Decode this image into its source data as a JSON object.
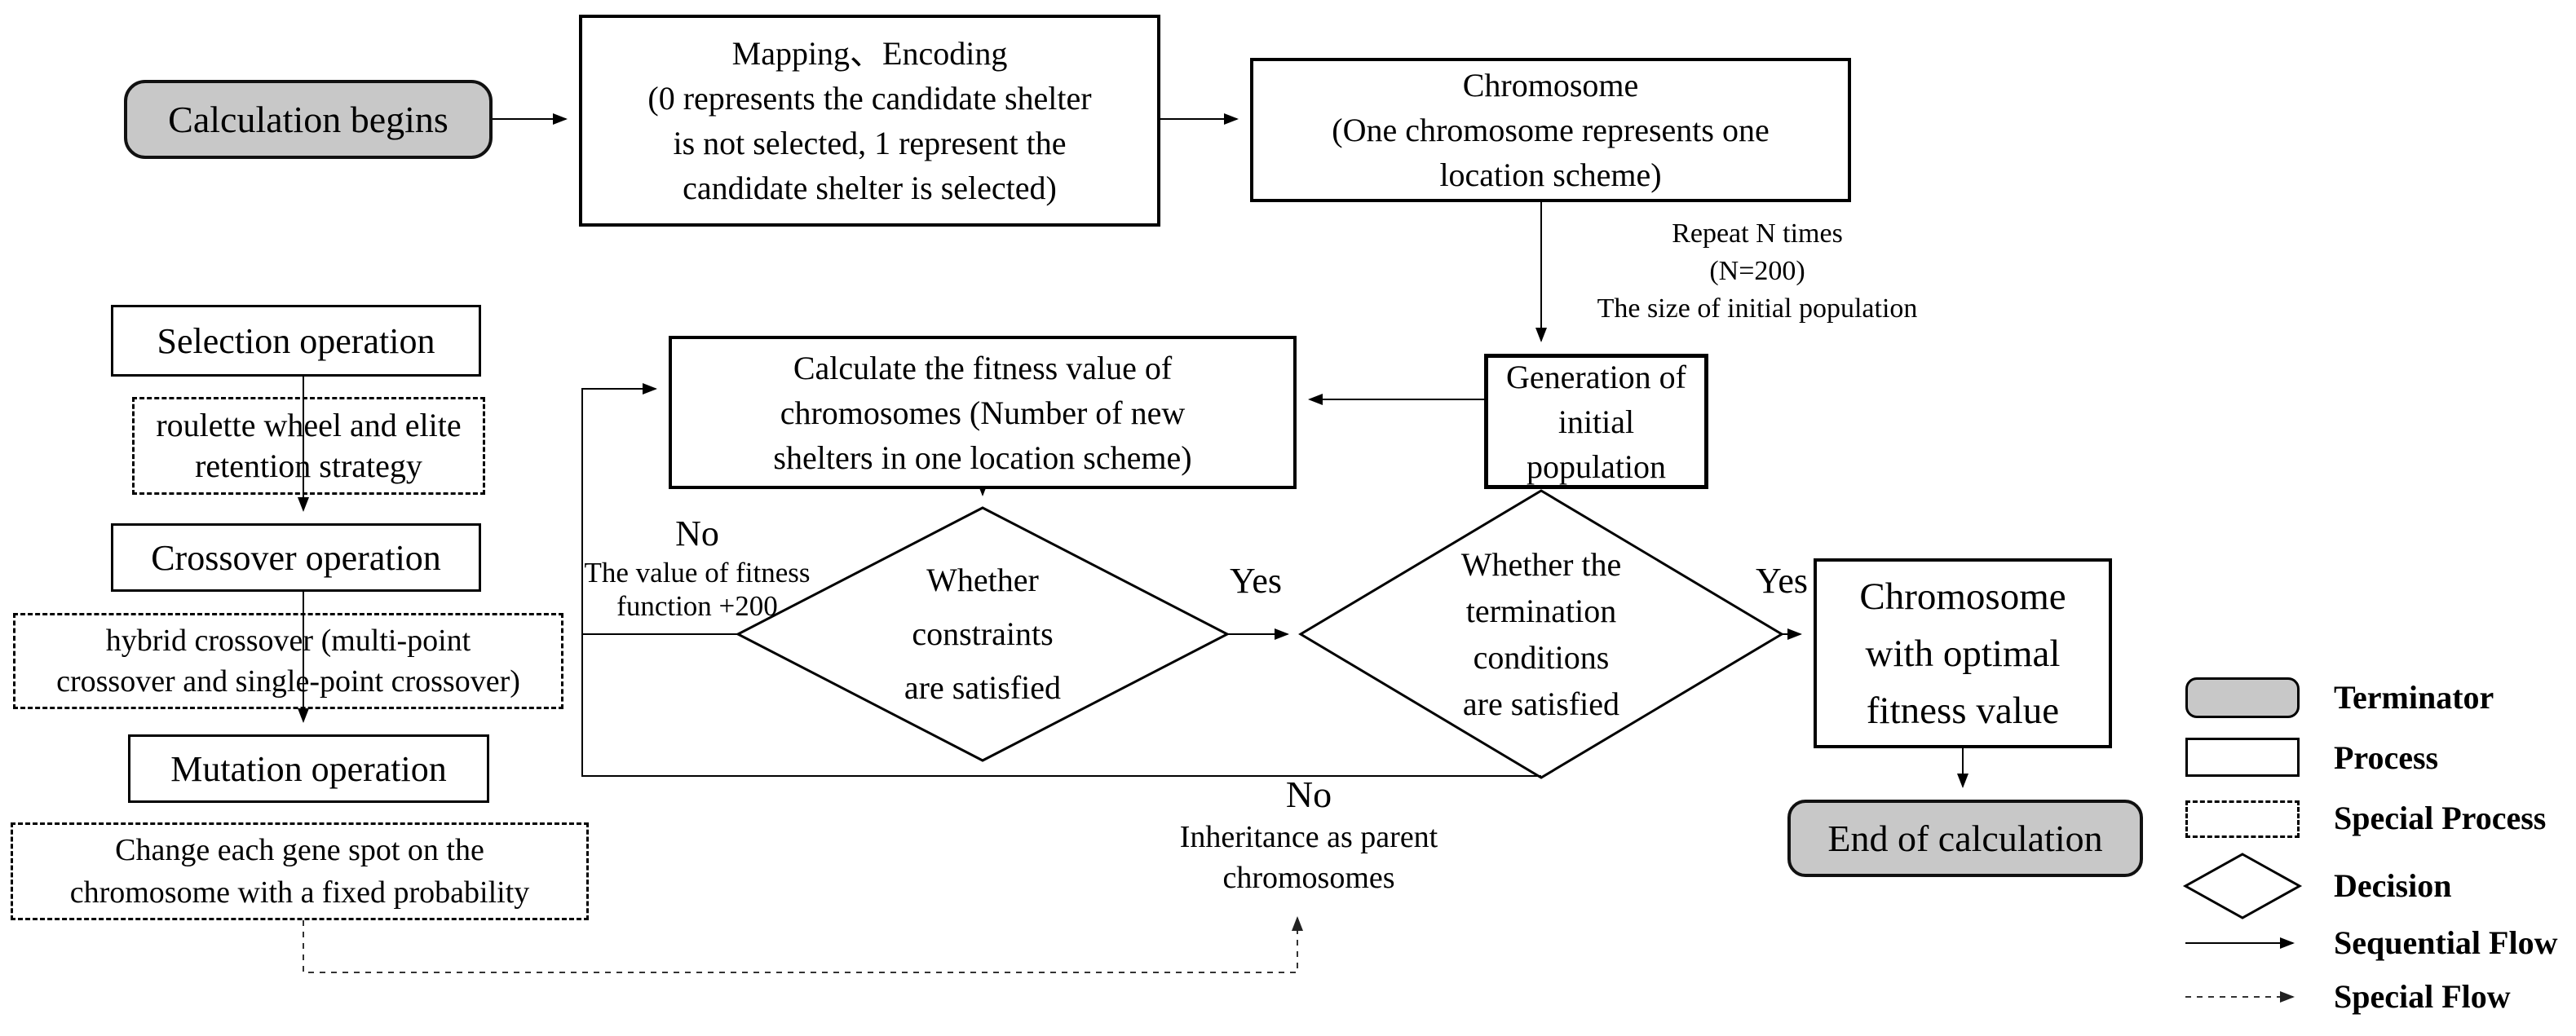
{
  "nodes": {
    "calc_begins": {
      "label": "Calculation begins"
    },
    "mapping": {
      "lines": [
        "Mapping、Encoding",
        "(0 represents  the candidate shelter",
        "is not selected, 1 represent the",
        "candidate shelter is selected)"
      ]
    },
    "chromosome": {
      "lines": [
        "Chromosome",
        "(One chromosome represents one",
        "location scheme)"
      ]
    },
    "generation": {
      "lines": [
        "Generation of initial",
        "population"
      ]
    },
    "calc_fitness": {
      "lines": [
        "Calculate the fitness value of",
        "chromosomes (Number of new",
        "shelters in one location scheme)"
      ]
    },
    "constraints_decision": {
      "lines": [
        "Whether",
        "constraints",
        "are satisfied"
      ]
    },
    "termination_decision": {
      "lines": [
        "Whether the",
        "termination",
        "conditions",
        "are satisfied"
      ]
    },
    "optimal": {
      "lines": [
        "Chromosome",
        "with optimal",
        "fitness value"
      ]
    },
    "end": {
      "label": "End of calculation"
    },
    "selection": {
      "label": "Selection operation"
    },
    "roulette": {
      "lines": [
        "roulette wheel and elite",
        "retention strategy"
      ]
    },
    "crossover": {
      "label": "Crossover operation"
    },
    "hybrid": {
      "lines": [
        "hybrid crossover (multi-point",
        "crossover and single-point crossover)"
      ]
    },
    "mutation": {
      "label": "Mutation operation"
    },
    "change_gene": {
      "lines": [
        "Change each gene spot on the",
        "chromosome with a fixed probability"
      ]
    }
  },
  "annotations": {
    "repeat": {
      "lines": [
        "Repeat N times",
        "(N=200)",
        "The size of initial population"
      ]
    },
    "no1": {
      "lines": [
        "No",
        "The value of fitness",
        "function +200"
      ]
    },
    "yes1": "Yes",
    "yes2": "Yes",
    "no2": {
      "lines": [
        "No",
        "Inheritance as parent",
        "chromosomes"
      ]
    }
  },
  "legend": {
    "items": [
      {
        "type": "terminator",
        "label": "Terminator"
      },
      {
        "type": "process",
        "label": "Process"
      },
      {
        "type": "special-process",
        "label": "Special Process"
      },
      {
        "type": "decision",
        "label": "Decision"
      },
      {
        "type": "sequential-flow",
        "label": "Sequential Flow"
      },
      {
        "type": "special-flow",
        "label": "Special Flow"
      }
    ]
  },
  "colors": {
    "terminator_fill": "#c8c8c8",
    "line": "#000000",
    "special_flow": "#333333"
  }
}
